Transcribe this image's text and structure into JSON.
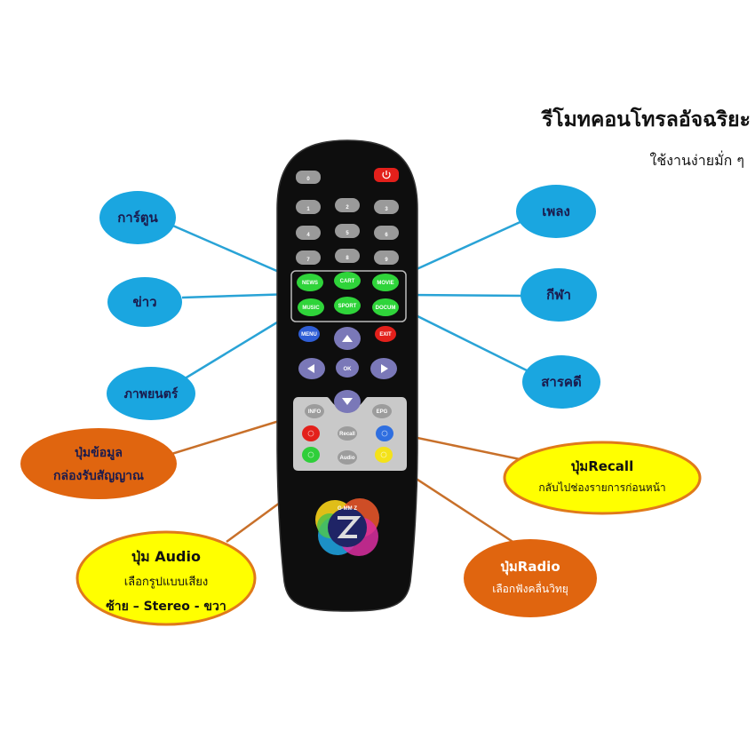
{
  "header": {
    "title": "รีโมทคอนโทรลอัจฉริยะ",
    "subtitle": "ใช้งานง่ายมั่ก ๆ"
  },
  "colors": {
    "blue_callout": "#1aa6e0",
    "orange_callout": "#e0650f",
    "yellow_callout": "#ffff00",
    "blue_line": "#29a3d6",
    "orange_line": "#c8702a",
    "remote_body": "#111111"
  },
  "callouts": {
    "cartoon": "การ์ตูน",
    "news": "ข่าว",
    "movie": "ภาพยนตร์",
    "music": "เพลง",
    "sport": "กีฬา",
    "documentary": "สารคดี",
    "info": {
      "line1": "ปุ่มข้อมูล",
      "line2": "กล่องรับสัญญาณ"
    },
    "recall": {
      "line1": "ปุ่มRecall",
      "line2": "กลับไปช่องรายการก่อนหน้า"
    },
    "audio": {
      "line1": "ปุ่ม Audio",
      "line2": "เลือกรูปแบบเสียง",
      "line3": "ซ้าย – Stereo - ขวา"
    },
    "radio": {
      "line1": "ปุ่มRadio",
      "line2": "เลือกฟังคลื่นวิทยุ"
    }
  },
  "remote": {
    "digits": [
      "0",
      "1",
      "2",
      "3",
      "4",
      "5",
      "6",
      "7",
      "8",
      "9"
    ],
    "power_icon": "power-icon",
    "channel_buttons": [
      "NEWS",
      "CART",
      "MOVIE",
      "MUSIC",
      "SPORT",
      "DOCUM"
    ],
    "menu": "MENU",
    "exit": "EXIT",
    "ok": "OK",
    "info": "INFO",
    "epg": "EPG",
    "recall": "Recall",
    "audio": "Audio",
    "logo": "G-MM Z"
  }
}
